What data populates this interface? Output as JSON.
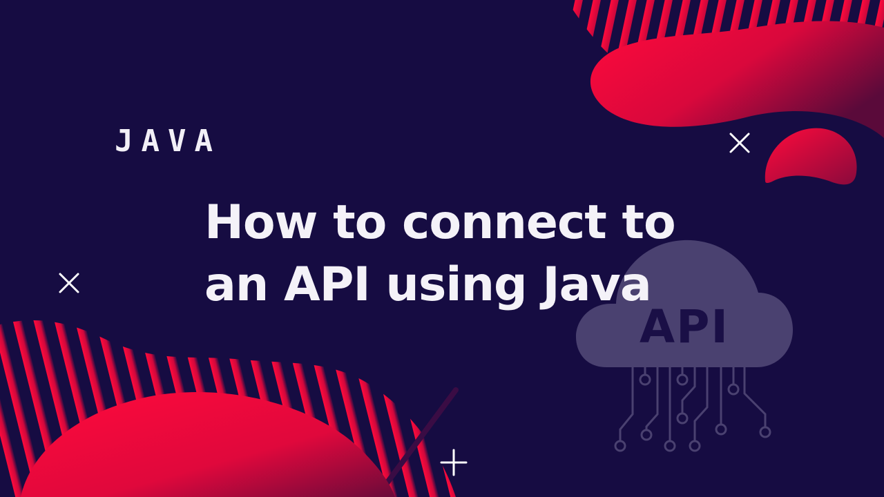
{
  "thumbnail": {
    "category": "JAVA",
    "title_line1": "How to connect to",
    "title_line2": "an API using Java",
    "cloud_label": "API"
  },
  "colors": {
    "background": "#160c42",
    "accent": "#ff0a3c",
    "accent_dark": "#6a0a3a",
    "cloud": "#4a4170",
    "text": "#f4f2f8"
  },
  "icons": [
    "close-x-icon",
    "plus-icon",
    "cloud-icon",
    "circuit-icon"
  ]
}
